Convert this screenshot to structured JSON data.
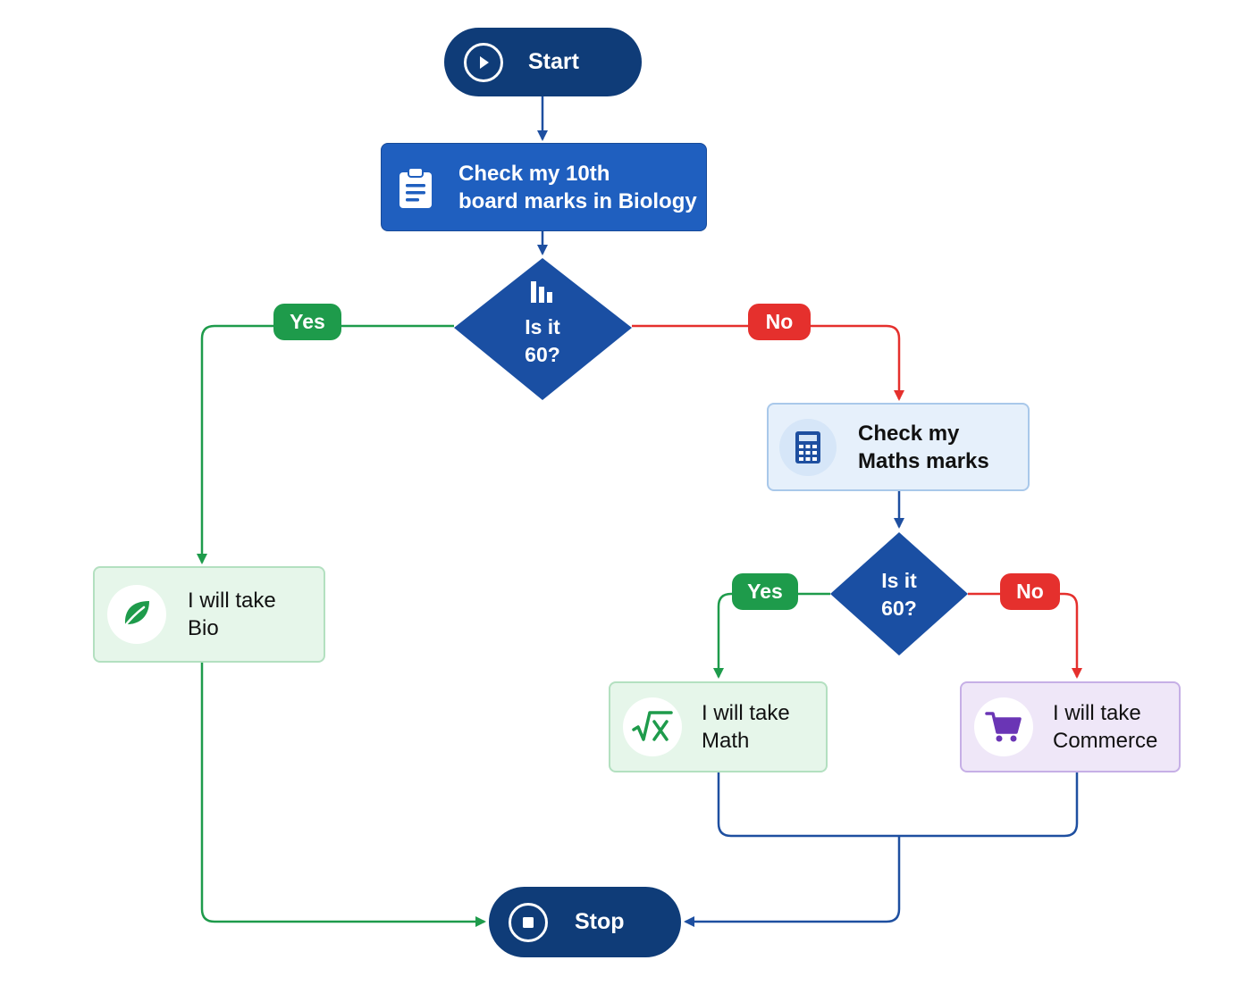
{
  "nodes": {
    "start": {
      "label": "Start"
    },
    "check_bio": {
      "label": "Check my 10th\nboard marks in Biology"
    },
    "decision_bio": {
      "label": "Is it\n60?"
    },
    "check_maths": {
      "label": "Check my\nMaths marks"
    },
    "decision_maths": {
      "label": "Is it\n60?"
    },
    "take_bio": {
      "label": "I will take\nBio"
    },
    "take_math": {
      "label": "I will take\nMath"
    },
    "take_commerce": {
      "label": "I will take\nCommerce"
    },
    "stop": {
      "label": "Stop"
    }
  },
  "edge_labels": {
    "bio_yes": "Yes",
    "bio_no": "No",
    "maths_yes": "Yes",
    "maths_no": "No"
  },
  "icons": {
    "start": "play-icon",
    "check_bio": "clipboard-icon",
    "decision_bio": "bar-chart-icon",
    "check_maths": "calculator-icon",
    "take_bio": "leaf-icon",
    "take_math": "square-root-icon",
    "take_commerce": "cart-icon",
    "stop": "stop-icon"
  },
  "colors": {
    "navy": "#0f3c78",
    "primary_blue": "#1f5fbf",
    "diamond_blue": "#1a4fa3",
    "yes_green": "#1e9b4b",
    "no_red": "#e5302d",
    "connector_blue": "#1e4fa0",
    "light_blue_fill": "#e6f0fb",
    "light_green_fill": "#e6f6ea",
    "light_purple_fill": "#efe7f8",
    "purple": "#6a35b5"
  }
}
